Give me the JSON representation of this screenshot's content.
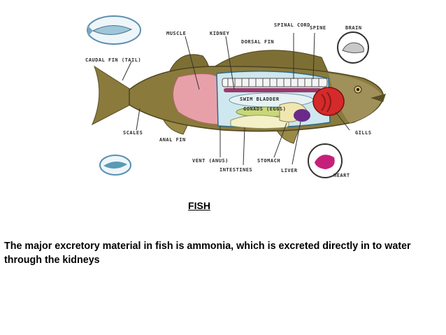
{
  "diagram": {
    "labels": {
      "muscle": "MUSCLE",
      "kidney": "KIDNEY",
      "dorsal_fin": "DORSAL FIN",
      "spinal_cord": "SPINAL CORD",
      "spine": "SPINE",
      "brain": "BRAIN",
      "caudal_fin": "CAUDAL FIN (TAIL)",
      "swim_bladder": "SWIM BLADDER",
      "gonads": "GONADS (EGGS)",
      "scales": "SCALES",
      "anal_fin": "ANAL FIN",
      "gills": "GILLS",
      "vent": "VENT (ANUS)",
      "stomach": "STOMACH",
      "intestines": "INTESTINES",
      "liver": "LIVER",
      "heart": "HEART"
    },
    "colors": {
      "body": "#8a7a3c",
      "muscle": "#e8a0a8",
      "cavity": "#cfe7ee",
      "gills": "#d42a2a",
      "liver": "#6a2a8a",
      "intestines": "#f4f0c8",
      "gonads": "#c8d878"
    }
  },
  "caption": "FISH",
  "description": "The major excretory material in fish is ammonia, which is excreted directly in to water through the kidneys"
}
